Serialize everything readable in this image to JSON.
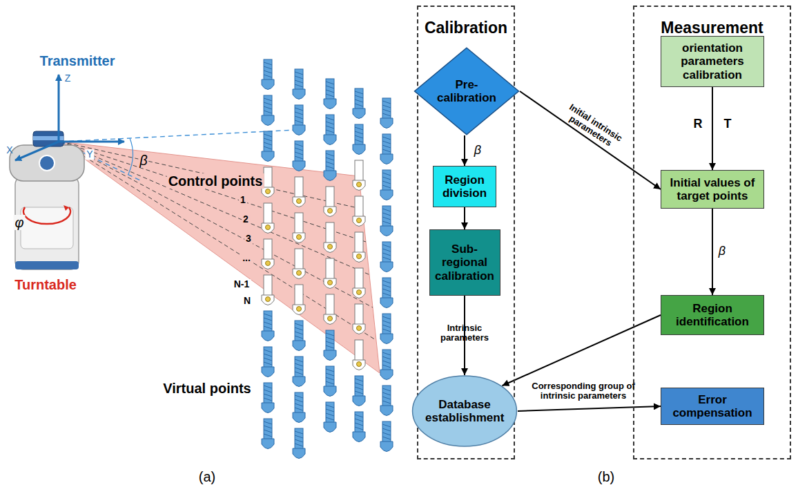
{
  "diagram": {
    "nodes": [
      {
        "text": [
          "Calibration"
        ]
      },
      {
        "text": [
          "Pre-calibration"
        ],
        "in": 0
      },
      {
        "text": [
          "Region division"
        ],
        "in": 0
      },
      {
        "text": [
          "Sub-regional calibration"
        ],
        "in": 0
      },
      {
        "text": [
          "Database establishment"
        ],
        "in": 0
      },
      {
        "text": [
          "Measurement"
        ]
      },
      {
        "text": [
          "orientation parameters calibration"
        ],
        "in": 5
      },
      {
        "text": [
          "Initial values of target points"
        ],
        "in": 5
      },
      {
        "text": [
          "Region identification"
        ],
        "in": 5
      },
      {
        "text": [
          "Error compensation"
        ],
        "in": 5
      }
    ],
    "edges": [
      {
        "from": 1,
        "to": 2,
        "arrow": "to",
        "label": "β"
      },
      {
        "from": 2,
        "to": 3,
        "arrow": "to"
      },
      {
        "from": 3,
        "to": 4,
        "arrow": "to",
        "label": "Intrinsic parameters"
      },
      {
        "from": 1,
        "to": 7,
        "arrow": "to",
        "label": "Initial intrinsic parameters"
      },
      {
        "from": 6,
        "to": 7,
        "arrow": "to",
        "label": "R T"
      },
      {
        "from": 7,
        "to": 8,
        "arrow": "to",
        "label": "β"
      },
      {
        "from": 8,
        "to": 4,
        "arrow": "to"
      },
      {
        "from": 4,
        "to": 9,
        "arrow": "to",
        "label": "Corresponding group of intrinsic parameters"
      }
    ],
    "labels": [
      "Transmitter",
      "Z",
      "X",
      "Y",
      "β",
      "φ",
      "Turntable",
      "Control points",
      "1",
      "2",
      "3",
      "...",
      "N-1",
      "N",
      "Virtual points",
      "(a)",
      "(b)"
    ]
  }
}
